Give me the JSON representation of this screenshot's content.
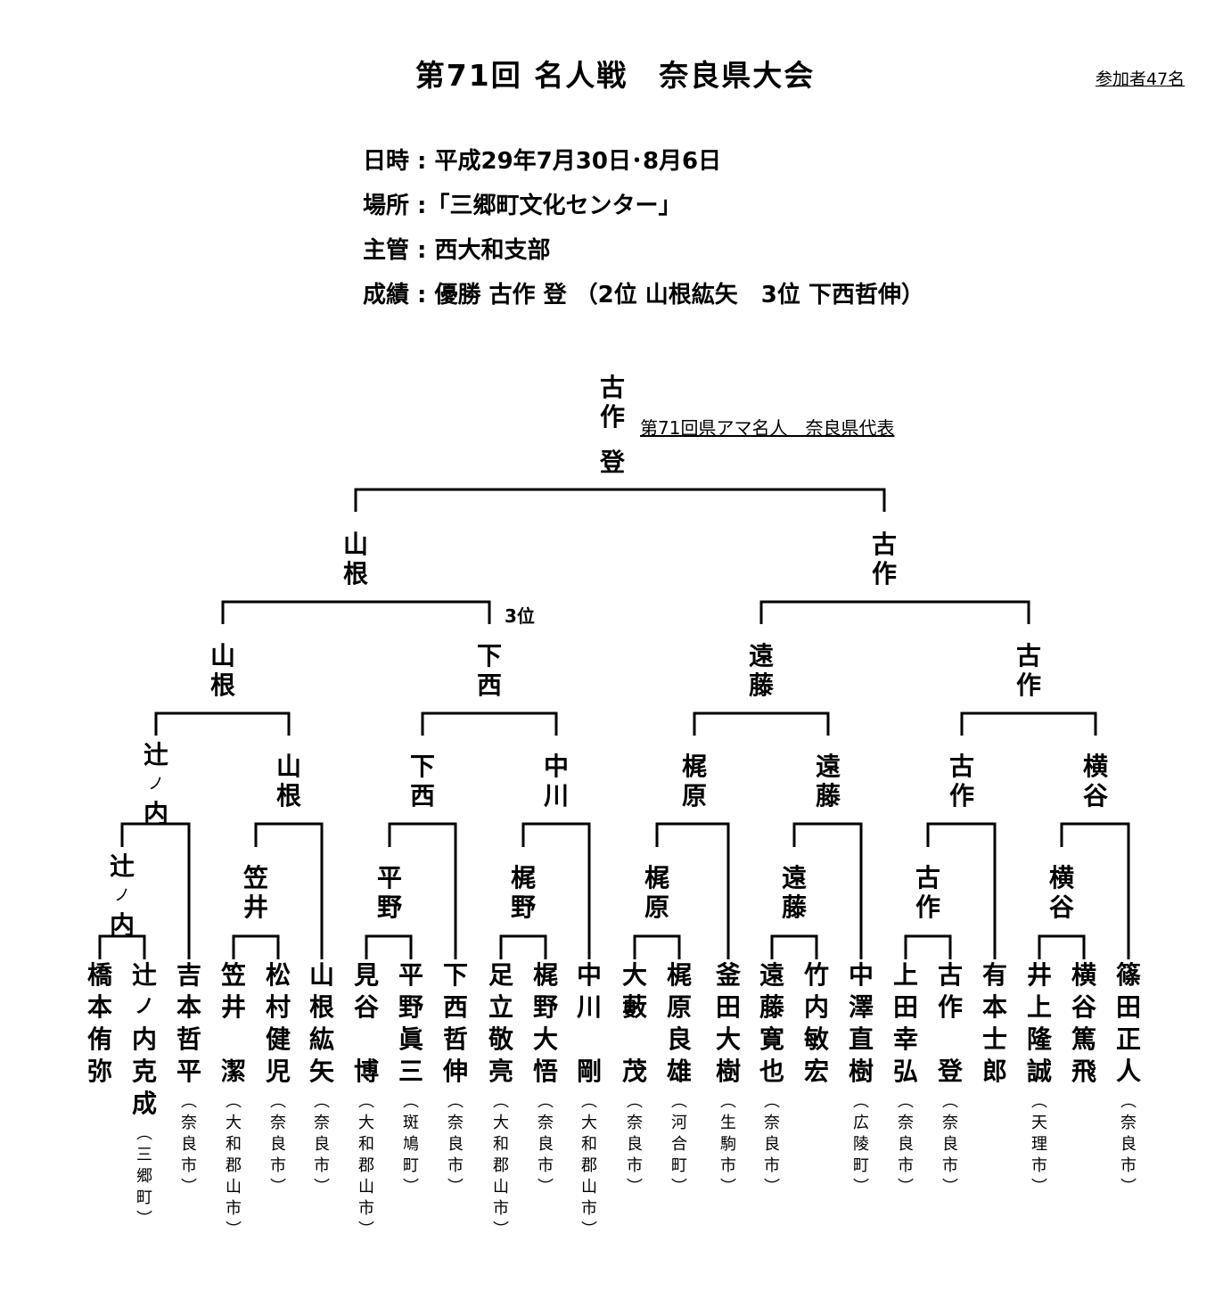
{
  "header": {
    "title": "第71回 名人戦　奈良県大会",
    "participants": "参加者47名"
  },
  "info": {
    "date": "日時 : 平成29年7月30日･8月6日",
    "venue": "場所 :「三郷町文化センター」",
    "organizer": "主管 : 西大和支部",
    "results": "成績 : 優勝 古作 登 （2位 山根紘矢　3位 下西哲伸）"
  },
  "champion": {
    "name": "古作登",
    "caption": "第71回県アマ名人　奈良県代表"
  },
  "third_place_label": "3位",
  "rounds": {
    "final": [
      "山根",
      "古作"
    ],
    "semifinal": [
      "山根",
      "下西",
      "遠藤",
      "古作"
    ],
    "quarterfinal": [
      "辻ノ内",
      "山根",
      "下西",
      "中川",
      "梶原",
      "遠藤",
      "古作",
      "横谷"
    ],
    "round2": [
      "辻ノ内",
      "笠井",
      "平野",
      "梶野",
      "梶原",
      "遠藤",
      "古作",
      "横谷"
    ]
  },
  "players": [
    {
      "name": "橋本侑弥",
      "city": ""
    },
    {
      "name": "辻ノ内克成",
      "city": "（三郷町）"
    },
    {
      "name": "吉本哲平",
      "city": "（奈良市）"
    },
    {
      "name": "笠井　潔",
      "city": "（大和郡山市）"
    },
    {
      "name": "松村健児",
      "city": "（奈良市）"
    },
    {
      "name": "山根紘矢",
      "city": "（奈良市）"
    },
    {
      "name": "見谷　博",
      "city": "（大和郡山市）"
    },
    {
      "name": "平野眞三",
      "city": "（斑鳩町）"
    },
    {
      "name": "下西哲伸",
      "city": "（奈良市）"
    },
    {
      "name": "足立敬亮",
      "city": "（大和郡山市）"
    },
    {
      "name": "梶野大悟",
      "city": "（奈良市）"
    },
    {
      "name": "中川　剛",
      "city": "（大和郡山市）"
    },
    {
      "name": "大藪　茂",
      "city": "（奈良市）"
    },
    {
      "name": "梶原良雄",
      "city": "（河合町）"
    },
    {
      "name": "釜田大樹",
      "city": "（生駒市）"
    },
    {
      "name": "遠藤寛也",
      "city": "（奈良市）"
    },
    {
      "name": "竹内敏宏",
      "city": ""
    },
    {
      "name": "中澤直樹",
      "city": "（広陵町）"
    },
    {
      "name": "上田幸弘",
      "city": "（奈良市）"
    },
    {
      "name": "古作　登",
      "city": "（奈良市）"
    },
    {
      "name": "有本士郎",
      "city": ""
    },
    {
      "name": "井上隆誠",
      "city": "（天理市）"
    },
    {
      "name": "横谷篤飛",
      "city": ""
    },
    {
      "name": "篠田正人",
      "city": "（奈良市）"
    }
  ]
}
